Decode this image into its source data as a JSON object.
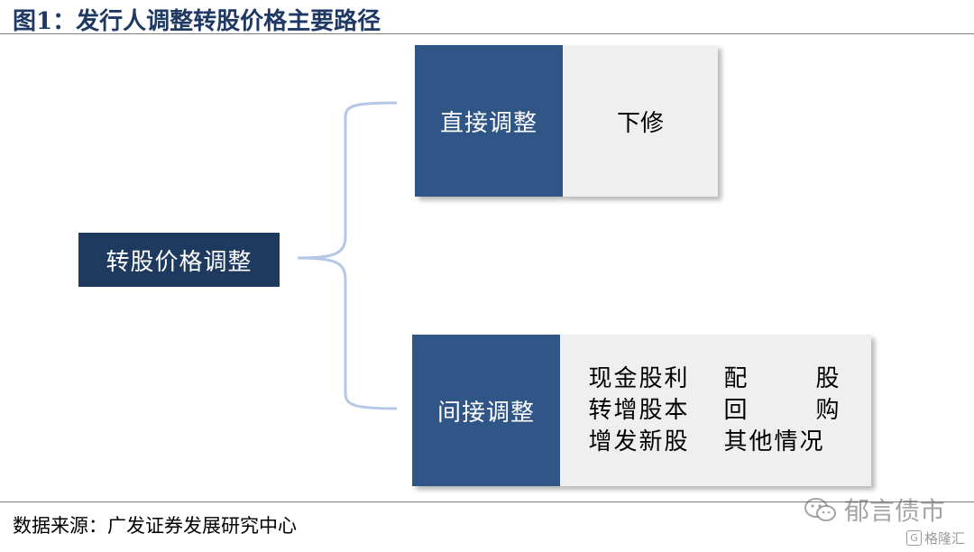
{
  "figure": {
    "title": "图1：发行人调整转股价格主要路径"
  },
  "diagram": {
    "root": "转股价格调整",
    "branches": [
      {
        "category": "直接调整",
        "detail": "下修"
      },
      {
        "category": "间接调整",
        "methods": [
          {
            "left": "现金股利",
            "right": [
              "配",
              "股"
            ]
          },
          {
            "left": "转增股本",
            "right": [
              "回",
              "购"
            ]
          },
          {
            "left": "增发新股",
            "right_full": "其他情况"
          }
        ]
      }
    ],
    "colors": {
      "root": "#1f3a5f",
      "category": "#2f5686",
      "detail": "#efefef",
      "bracket": "#b4c7e7"
    }
  },
  "footer": {
    "source": "数据来源：广发证券发展研究中心",
    "watermark": "郁言债市",
    "watermark_sub": "格隆汇"
  }
}
